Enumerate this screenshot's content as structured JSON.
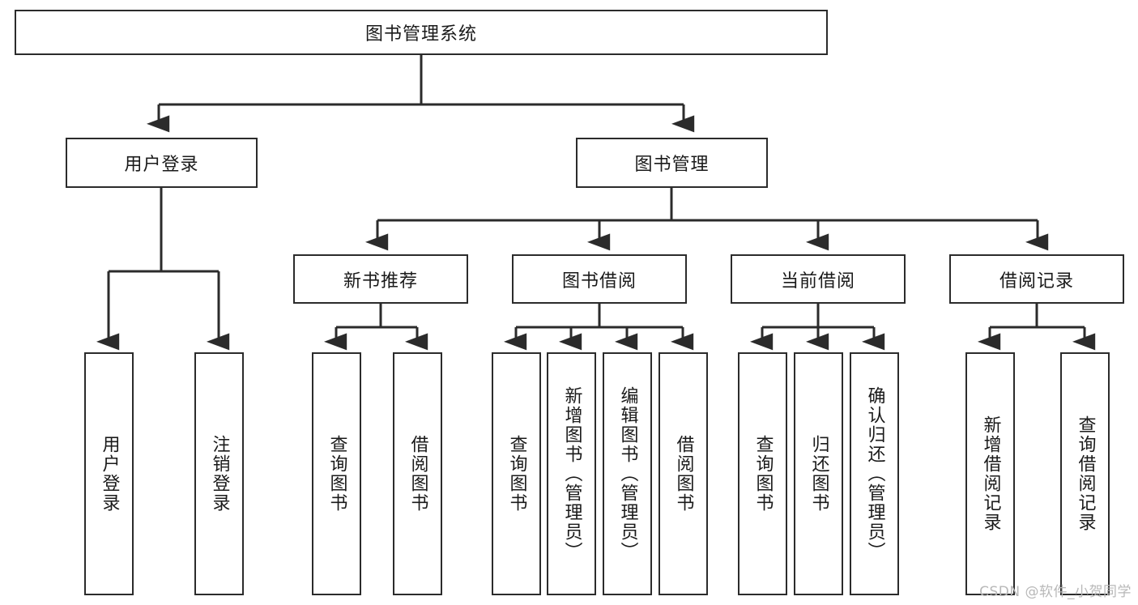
{
  "diagram": {
    "title": "图书管理系统",
    "watermark": "CSDN @软件_小贺同学",
    "stroke_color": "#2b2b2b",
    "fill_color": "#ffffff",
    "text_color": "#1a1a1a",
    "watermark_color": "#b8b8b8"
  },
  "nodes": {
    "root": {
      "label": "图书管理系统"
    },
    "level2": [
      {
        "label": "用户登录"
      },
      {
        "label": "图书管理"
      }
    ],
    "level3": [
      {
        "label": "新书推荐"
      },
      {
        "label": "图书借阅"
      },
      {
        "label": "当前借阅"
      },
      {
        "label": "借阅记录"
      }
    ],
    "leaves": [
      {
        "label": "用户登录"
      },
      {
        "label": "注销登录"
      },
      {
        "label": "查询图书"
      },
      {
        "label": "借阅图书"
      },
      {
        "label": "查询图书"
      },
      {
        "label": "新增图书（管理员）"
      },
      {
        "label": "编辑图书（管理员）"
      },
      {
        "label": "借阅图书"
      },
      {
        "label": "查询图书"
      },
      {
        "label": "归还图书"
      },
      {
        "label": "确认归还（管理员）"
      },
      {
        "label": "新增借阅记录"
      },
      {
        "label": "查询借阅记录"
      }
    ]
  },
  "structure": {
    "图书管理系统": [
      "用户登录",
      "图书管理"
    ],
    "用户登录": [
      "用户登录",
      "注销登录"
    ],
    "图书管理": [
      "新书推荐",
      "图书借阅",
      "当前借阅",
      "借阅记录"
    ],
    "新书推荐": [
      "查询图书",
      "借阅图书"
    ],
    "图书借阅": [
      "查询图书",
      "新增图书（管理员）",
      "编辑图书（管理员）",
      "借阅图书"
    ],
    "当前借阅": [
      "查询图书",
      "归还图书",
      "确认归还（管理员）"
    ],
    "借阅记录": [
      "新增借阅记录",
      "查询借阅记录"
    ]
  }
}
